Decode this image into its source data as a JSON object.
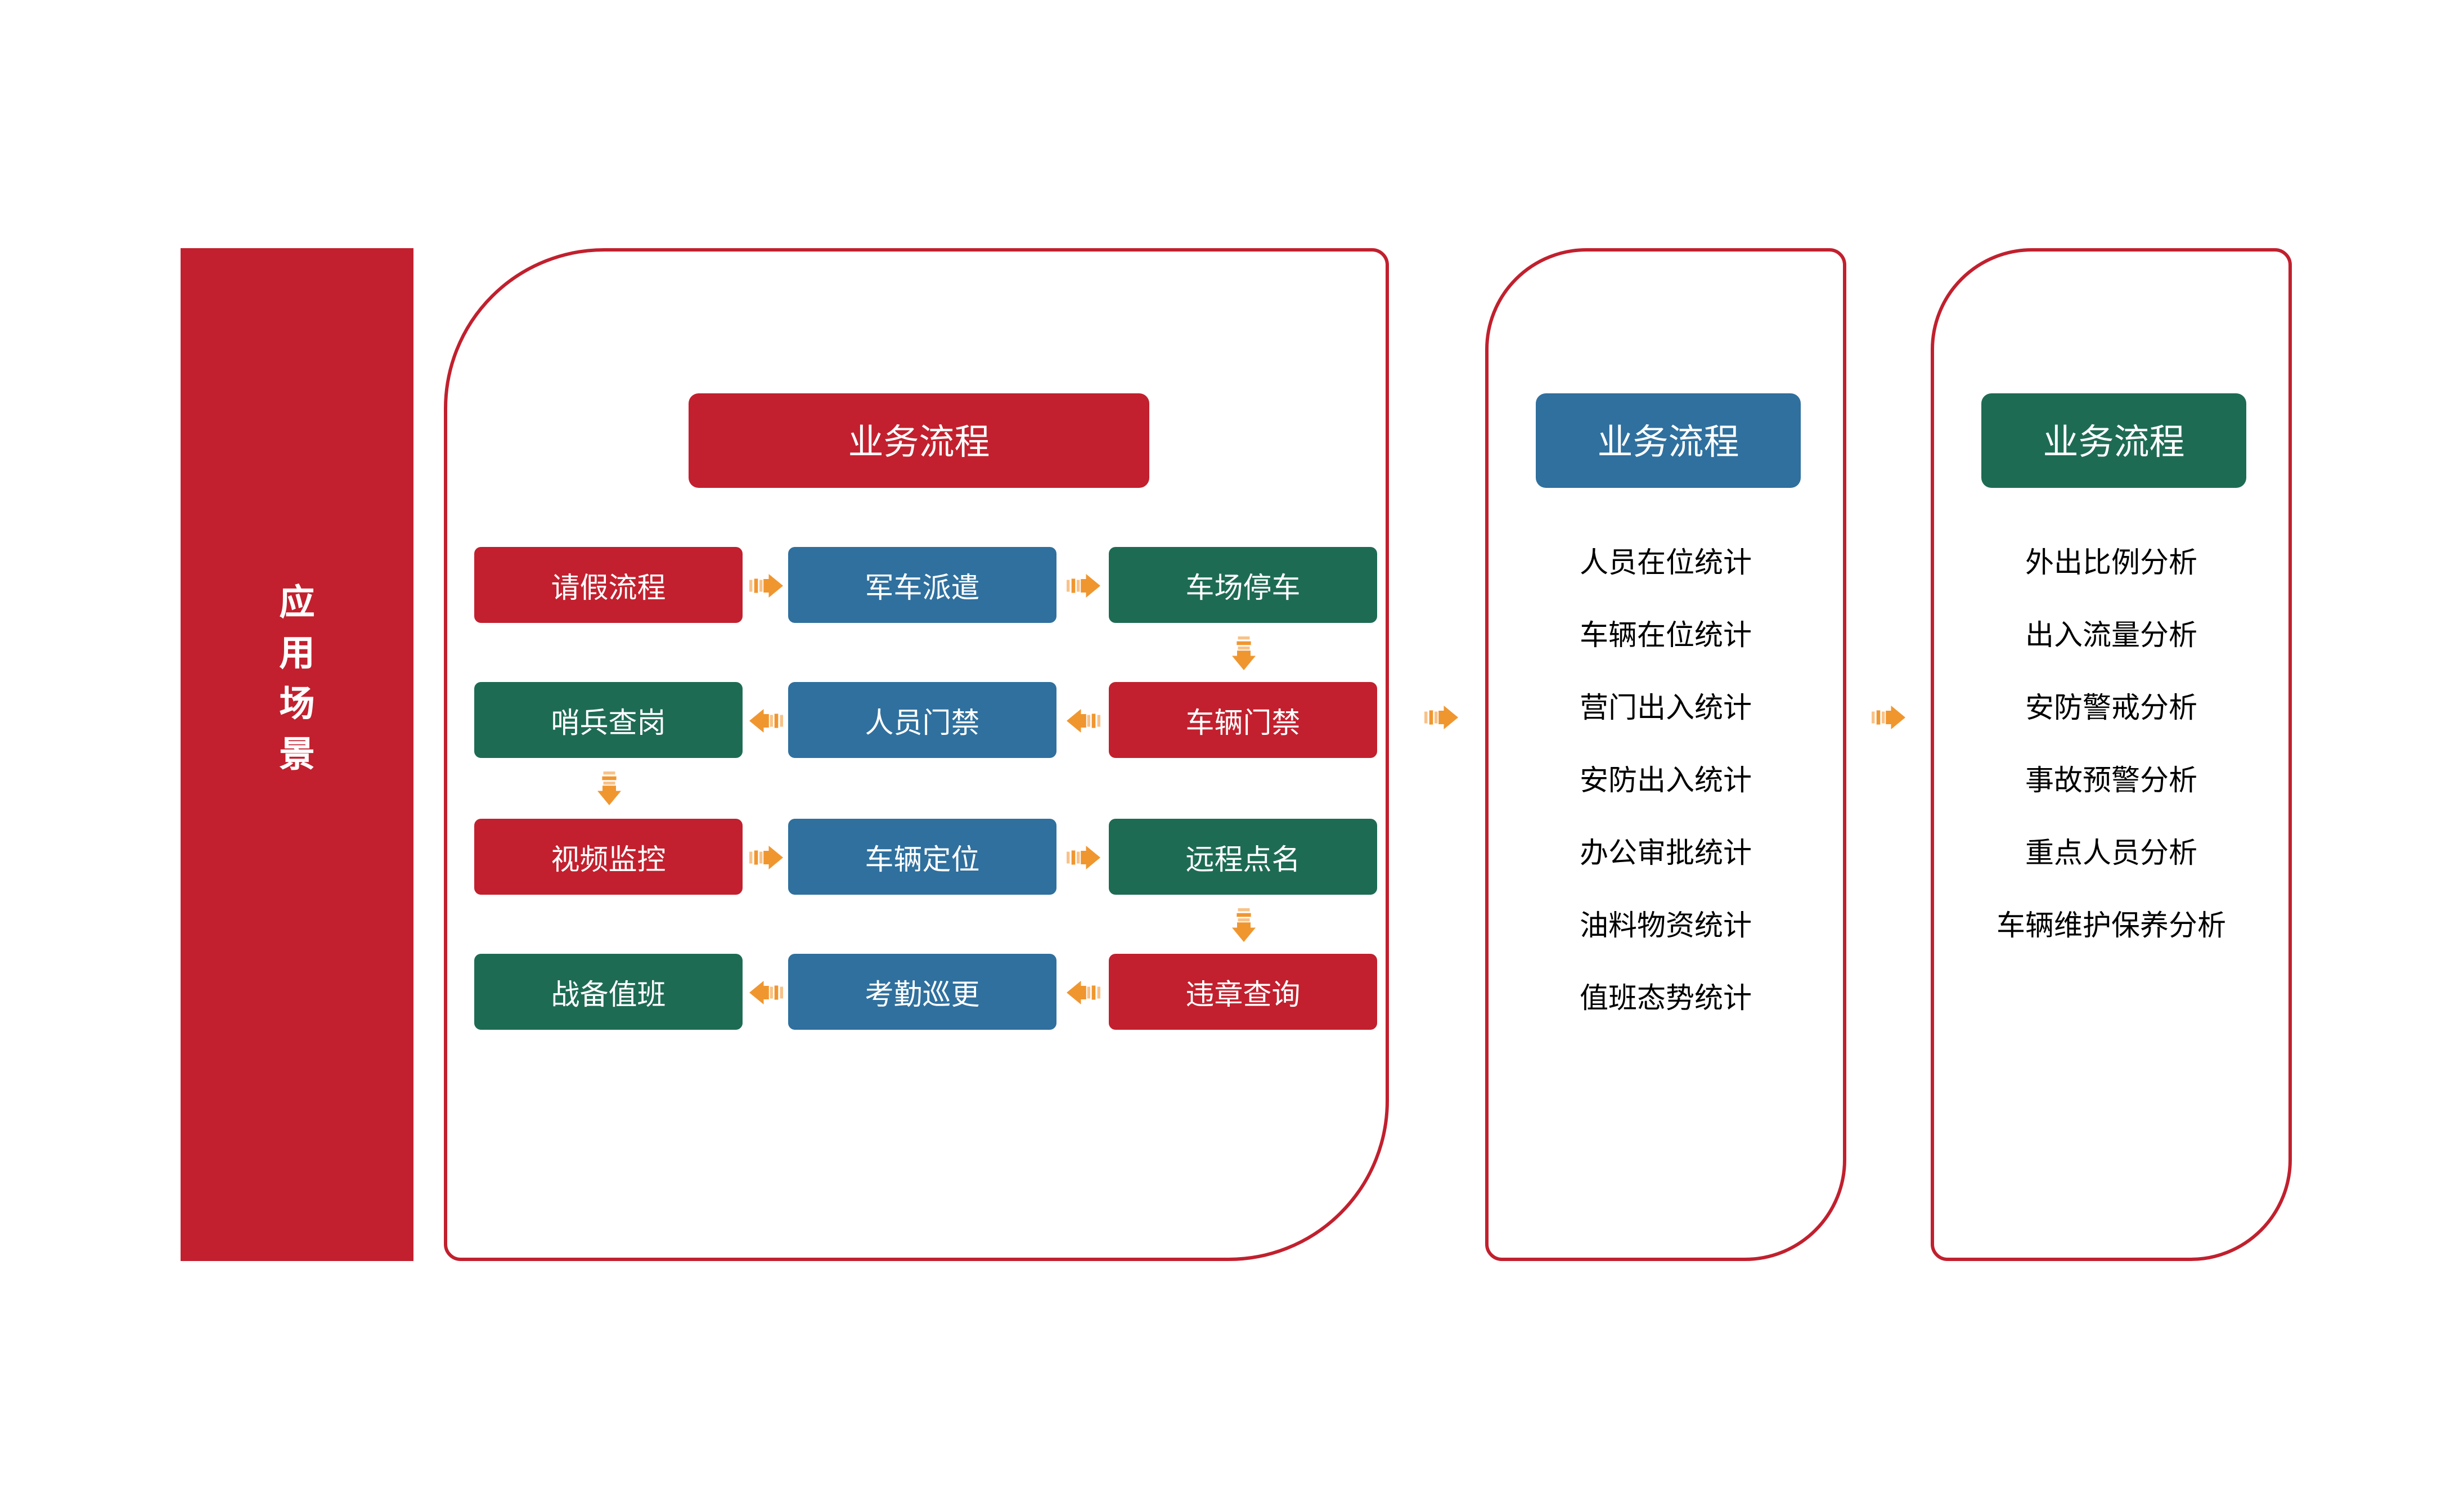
{
  "colors": {
    "red": "#C2202E",
    "blue": "#2F709E",
    "green": "#1E6B54",
    "orange_arrow": "#F0962F",
    "orange_arrow_light": "#F8C288",
    "panel_border": "#C1202E",
    "list_text": "#000000"
  },
  "sidebar": {
    "title": "应用场景",
    "chars": [
      "应",
      "用",
      "场",
      "景"
    ]
  },
  "flow_panel": {
    "header": "业务流程",
    "rows": [
      {
        "dir": "right",
        "cells": [
          {
            "label": "请假流程",
            "color": "red"
          },
          {
            "label": "军车派遣",
            "color": "blue"
          },
          {
            "label": "车场停车",
            "color": "green"
          }
        ]
      },
      {
        "dir": "left",
        "cells": [
          {
            "label": "哨兵查岗",
            "color": "green"
          },
          {
            "label": "人员门禁",
            "color": "blue"
          },
          {
            "label": "车辆门禁",
            "color": "red"
          }
        ]
      },
      {
        "dir": "right",
        "cells": [
          {
            "label": "视频监控",
            "color": "red"
          },
          {
            "label": "车辆定位",
            "color": "blue"
          },
          {
            "label": "远程点名",
            "color": "green"
          }
        ]
      },
      {
        "dir": "left",
        "cells": [
          {
            "label": "战备值班",
            "color": "green"
          },
          {
            "label": "考勤巡更",
            "color": "blue"
          },
          {
            "label": "违章查询",
            "color": "red"
          }
        ]
      }
    ],
    "down_links": [
      "车场停车→车辆门禁",
      "哨兵查岗→视频监控",
      "远程点名→违章查询"
    ]
  },
  "stats_panel": {
    "header": "业务流程",
    "items": [
      "人员在位统计",
      "车辆在位统计",
      "营门出入统计",
      "安防出入统计",
      "办公审批统计",
      "油料物资统计",
      "值班态势统计"
    ]
  },
  "analysis_panel": {
    "header": "业务流程",
    "items": [
      "外出比例分析",
      "出入流量分析",
      "安防警戒分析",
      "事故预警分析",
      "重点人员分析",
      "车辆维护保养分析"
    ]
  },
  "icons": {
    "flow_arrow": "striped-block-arrow"
  }
}
